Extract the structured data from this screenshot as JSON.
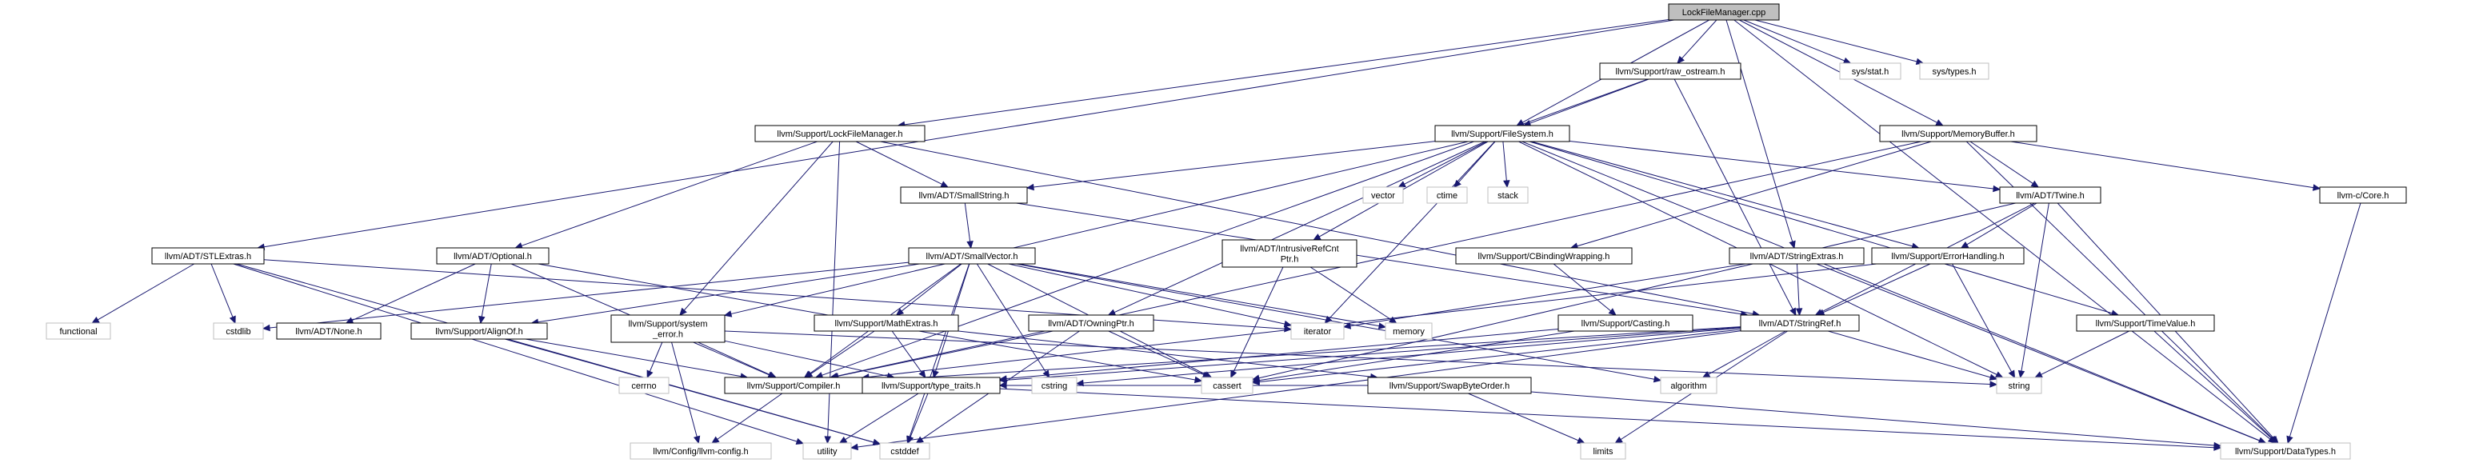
{
  "diagram": {
    "nodes": [
      {
        "id": "root",
        "lines": [
          "LockFileManager.cpp"
        ],
        "kind": "root"
      },
      {
        "id": "lfm_h",
        "lines": [
          "llvm/Support/LockFileManager.h"
        ],
        "kind": "doc"
      },
      {
        "id": "raw_ostream",
        "lines": [
          "llvm/Support/raw_ostream.h"
        ],
        "kind": "doc"
      },
      {
        "id": "sys_stat",
        "lines": [
          "sys/stat.h"
        ],
        "kind": "sys"
      },
      {
        "id": "sys_types",
        "lines": [
          "sys/types.h"
        ],
        "kind": "sys"
      },
      {
        "id": "filesystem",
        "lines": [
          "llvm/Support/FileSystem.h"
        ],
        "kind": "doc"
      },
      {
        "id": "membuf",
        "lines": [
          "llvm/Support/MemoryBuffer.h"
        ],
        "kind": "doc"
      },
      {
        "id": "stlextras",
        "lines": [
          "llvm/ADT/STLExtras.h"
        ],
        "kind": "doc"
      },
      {
        "id": "optional",
        "lines": [
          "llvm/ADT/Optional.h"
        ],
        "kind": "doc"
      },
      {
        "id": "smallstring",
        "lines": [
          "llvm/ADT/SmallString.h"
        ],
        "kind": "doc"
      },
      {
        "id": "vector",
        "lines": [
          "vector"
        ],
        "kind": "sys"
      },
      {
        "id": "ctime",
        "lines": [
          "ctime"
        ],
        "kind": "sys"
      },
      {
        "id": "stack",
        "lines": [
          "stack"
        ],
        "kind": "sys"
      },
      {
        "id": "twine",
        "lines": [
          "llvm/ADT/Twine.h"
        ],
        "kind": "doc"
      },
      {
        "id": "c_core",
        "lines": [
          "llvm-c/Core.h"
        ],
        "kind": "doc"
      },
      {
        "id": "smallvector",
        "lines": [
          "llvm/ADT/SmallVector.h"
        ],
        "kind": "doc"
      },
      {
        "id": "intrusive",
        "lines": [
          "llvm/ADT/IntrusiveRefCnt",
          "Ptr.h"
        ],
        "kind": "doc"
      },
      {
        "id": "cbinding",
        "lines": [
          "llvm/Support/CBindingWrapping.h"
        ],
        "kind": "doc"
      },
      {
        "id": "stringextras",
        "lines": [
          "llvm/ADT/StringExtras.h"
        ],
        "kind": "doc"
      },
      {
        "id": "errorhandling",
        "lines": [
          "llvm/Support/ErrorHandling.h"
        ],
        "kind": "doc"
      },
      {
        "id": "functional",
        "lines": [
          "functional"
        ],
        "kind": "sys"
      },
      {
        "id": "cstdlib",
        "lines": [
          "cstdlib"
        ],
        "kind": "sys"
      },
      {
        "id": "none",
        "lines": [
          "llvm/ADT/None.h"
        ],
        "kind": "doc"
      },
      {
        "id": "alignof",
        "lines": [
          "llvm/Support/AlignOf.h"
        ],
        "kind": "doc"
      },
      {
        "id": "system_error",
        "lines": [
          "llvm/Support/system",
          "_error.h"
        ],
        "kind": "doc"
      },
      {
        "id": "mathextras",
        "lines": [
          "llvm/Support/MathExtras.h"
        ],
        "kind": "doc"
      },
      {
        "id": "owningptr",
        "lines": [
          "llvm/ADT/OwningPtr.h"
        ],
        "kind": "doc"
      },
      {
        "id": "iterator",
        "lines": [
          "iterator"
        ],
        "kind": "sys"
      },
      {
        "id": "memory",
        "lines": [
          "memory"
        ],
        "kind": "sys"
      },
      {
        "id": "casting",
        "lines": [
          "llvm/Support/Casting.h"
        ],
        "kind": "doc"
      },
      {
        "id": "stringref",
        "lines": [
          "llvm/ADT/StringRef.h"
        ],
        "kind": "doc"
      },
      {
        "id": "timevalue",
        "lines": [
          "llvm/Support/TimeValue.h"
        ],
        "kind": "doc"
      },
      {
        "id": "cerrno",
        "lines": [
          "cerrno"
        ],
        "kind": "sys"
      },
      {
        "id": "compiler",
        "lines": [
          "llvm/Support/Compiler.h"
        ],
        "kind": "doc"
      },
      {
        "id": "type_traits",
        "lines": [
          "llvm/Support/type_traits.h"
        ],
        "kind": "doc"
      },
      {
        "id": "cstring",
        "lines": [
          "cstring"
        ],
        "kind": "sys"
      },
      {
        "id": "cassert",
        "lines": [
          "cassert"
        ],
        "kind": "sys"
      },
      {
        "id": "swapbyteorder",
        "lines": [
          "llvm/Support/SwapByteOrder.h"
        ],
        "kind": "doc"
      },
      {
        "id": "algorithm",
        "lines": [
          "algorithm"
        ],
        "kind": "sys"
      },
      {
        "id": "string",
        "lines": [
          "string"
        ],
        "kind": "sys"
      },
      {
        "id": "llvm_config",
        "lines": [
          "llvm/Config/llvm-config.h"
        ],
        "kind": "sys"
      },
      {
        "id": "utility",
        "lines": [
          "utility"
        ],
        "kind": "sys"
      },
      {
        "id": "cstddef",
        "lines": [
          "cstddef"
        ],
        "kind": "sys"
      },
      {
        "id": "limits",
        "lines": [
          "limits"
        ],
        "kind": "sys"
      },
      {
        "id": "datatypes",
        "lines": [
          "llvm/Support/DataTypes.h"
        ],
        "kind": "sys"
      }
    ],
    "edges": [
      [
        "root",
        "lfm_h"
      ],
      [
        "root",
        "raw_ostream"
      ],
      [
        "root",
        "sys_stat"
      ],
      [
        "root",
        "sys_types"
      ],
      [
        "root",
        "filesystem"
      ],
      [
        "root",
        "membuf"
      ],
      [
        "root",
        "stlextras"
      ],
      [
        "root",
        "stringextras"
      ],
      [
        "root",
        "datatypes"
      ],
      [
        "raw_ostream",
        "filesystem"
      ],
      [
        "raw_ostream",
        "stringref"
      ],
      [
        "raw_ostream",
        "compiler"
      ],
      [
        "lfm_h",
        "optional"
      ],
      [
        "lfm_h",
        "smallstring"
      ],
      [
        "lfm_h",
        "system_error"
      ],
      [
        "lfm_h",
        "utility"
      ],
      [
        "lfm_h",
        "stringref"
      ],
      [
        "filesystem",
        "smallstring"
      ],
      [
        "filesystem",
        "vector"
      ],
      [
        "filesystem",
        "ctime"
      ],
      [
        "filesystem",
        "stack"
      ],
      [
        "filesystem",
        "twine"
      ],
      [
        "filesystem",
        "intrusive"
      ],
      [
        "filesystem",
        "owningptr"
      ],
      [
        "filesystem",
        "system_error"
      ],
      [
        "filesystem",
        "timevalue"
      ],
      [
        "filesystem",
        "errorhandling"
      ],
      [
        "filesystem",
        "datatypes"
      ],
      [
        "filesystem",
        "iterator"
      ],
      [
        "filesystem",
        "string"
      ],
      [
        "membuf",
        "twine"
      ],
      [
        "membuf",
        "cbinding"
      ],
      [
        "membuf",
        "compiler"
      ],
      [
        "membuf",
        "c_core"
      ],
      [
        "membuf",
        "datatypes"
      ],
      [
        "stlextras",
        "functional"
      ],
      [
        "stlextras",
        "cstdlib"
      ],
      [
        "stlextras",
        "iterator"
      ],
      [
        "stlextras",
        "utility"
      ],
      [
        "stlextras",
        "cstddef"
      ],
      [
        "optional",
        "none"
      ],
      [
        "optional",
        "alignof"
      ],
      [
        "optional",
        "compiler"
      ],
      [
        "optional",
        "cassert"
      ],
      [
        "smallstring",
        "smallvector"
      ],
      [
        "smallstring",
        "stringref"
      ],
      [
        "twine",
        "errorhandling"
      ],
      [
        "twine",
        "stringref"
      ],
      [
        "twine",
        "string"
      ],
      [
        "twine",
        "cassert"
      ],
      [
        "twine",
        "datatypes"
      ],
      [
        "c_core",
        "datatypes"
      ],
      [
        "smallvector",
        "alignof"
      ],
      [
        "smallvector",
        "compiler"
      ],
      [
        "smallvector",
        "mathextras"
      ],
      [
        "smallvector",
        "type_traits"
      ],
      [
        "smallvector",
        "algorithm"
      ],
      [
        "smallvector",
        "cassert"
      ],
      [
        "smallvector",
        "cstddef"
      ],
      [
        "smallvector",
        "cstdlib"
      ],
      [
        "smallvector",
        "cstring"
      ],
      [
        "smallvector",
        "iterator"
      ],
      [
        "smallvector",
        "memory"
      ],
      [
        "intrusive",
        "memory"
      ],
      [
        "intrusive",
        "cassert"
      ],
      [
        "cbinding",
        "casting"
      ],
      [
        "stringextras",
        "stringref"
      ],
      [
        "stringextras",
        "datatypes"
      ],
      [
        "stringextras",
        "iterator"
      ],
      [
        "errorhandling",
        "stringref"
      ],
      [
        "errorhandling",
        "compiler"
      ],
      [
        "errorhandling",
        "string"
      ],
      [
        "alignof",
        "compiler"
      ],
      [
        "alignof",
        "cstddef"
      ],
      [
        "system_error",
        "cerrno"
      ],
      [
        "system_error",
        "compiler"
      ],
      [
        "system_error",
        "type_traits"
      ],
      [
        "system_error",
        "string"
      ],
      [
        "system_error",
        "llvm_config"
      ],
      [
        "mathextras",
        "compiler"
      ],
      [
        "mathextras",
        "swapbyteorder"
      ],
      [
        "mathextras",
        "type_traits"
      ],
      [
        "owningptr",
        "compiler"
      ],
      [
        "owningptr",
        "cassert"
      ],
      [
        "owningptr",
        "cstddef"
      ],
      [
        "casting",
        "type_traits"
      ],
      [
        "casting",
        "cassert"
      ],
      [
        "stringref",
        "compiler"
      ],
      [
        "stringref",
        "type_traits"
      ],
      [
        "stringref",
        "algorithm"
      ],
      [
        "stringref",
        "cassert"
      ],
      [
        "stringref",
        "cstring"
      ],
      [
        "stringref",
        "limits"
      ],
      [
        "stringref",
        "string"
      ],
      [
        "stringref",
        "utility"
      ],
      [
        "timevalue",
        "datatypes"
      ],
      [
        "timevalue",
        "string"
      ],
      [
        "compiler",
        "llvm_config"
      ],
      [
        "type_traits",
        "datatypes"
      ],
      [
        "type_traits",
        "cstddef"
      ],
      [
        "type_traits",
        "utility"
      ],
      [
        "swapbyteorder",
        "datatypes"
      ],
      [
        "swapbyteorder",
        "limits"
      ],
      [
        "swapbyteorder",
        "compiler"
      ],
      [
        "swapbyteorder",
        "type_traits"
      ]
    ]
  }
}
